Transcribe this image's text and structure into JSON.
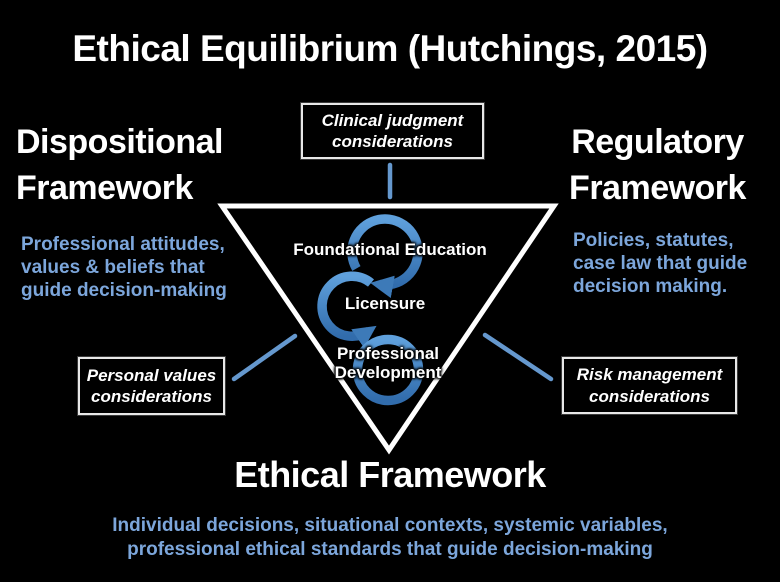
{
  "slide": {
    "title": "Ethical Equilibrium (Hutchings, 2015)"
  },
  "frameworks": {
    "dispositional": {
      "title": "Dispositional Framework",
      "description": "Professional attitudes, values & beliefs that guide decision-making"
    },
    "regulatory": {
      "title": "Regulatory Framework",
      "description": "Policies, statutes, case law that guide decision making."
    },
    "ethical": {
      "title": "Ethical Framework",
      "description": "Individual decisions, situational contexts, systemic variables, professional ethical standards that guide decision-making"
    }
  },
  "considerations": {
    "clinical": "Clinical judgment considerations",
    "personal": "Personal values considerations",
    "risk": "Risk management considerations"
  },
  "cycle": {
    "steps": [
      "Foundational Education",
      "Licensure",
      "Professional Development"
    ]
  },
  "colors": {
    "background": "#000000",
    "heading_text": "#ffffff",
    "accent_text": "#7ca6db",
    "connector_line": "#6598ce",
    "arrow_blue_light": "#5fa0dc",
    "arrow_blue_dark": "#316cac",
    "triangle_stroke": "#ffffff"
  }
}
